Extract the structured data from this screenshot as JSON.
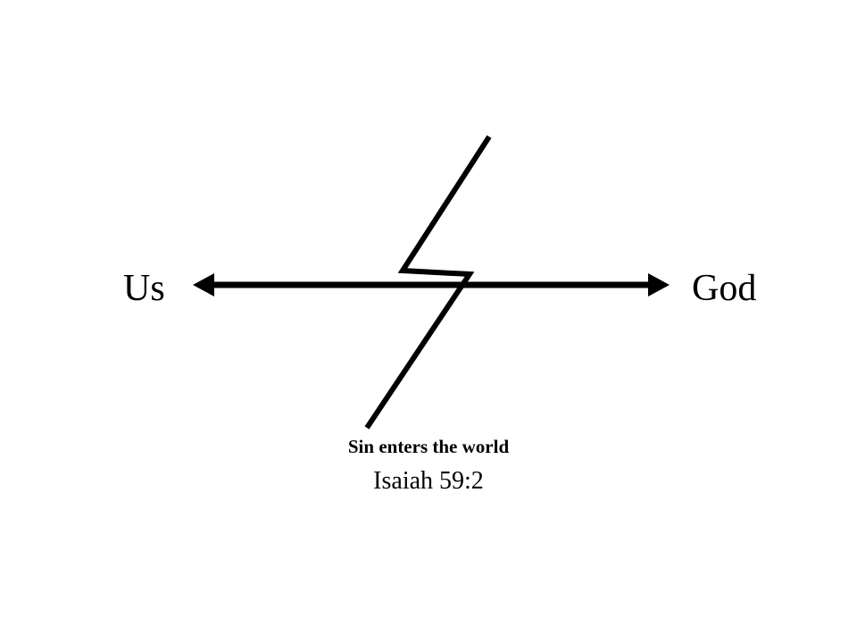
{
  "diagram": {
    "left_label": "Us",
    "right_label": "God",
    "caption": "Sin enters the world",
    "reference": "Isaiah 59:2",
    "line_color": "#000000",
    "background": "#ffffff"
  }
}
